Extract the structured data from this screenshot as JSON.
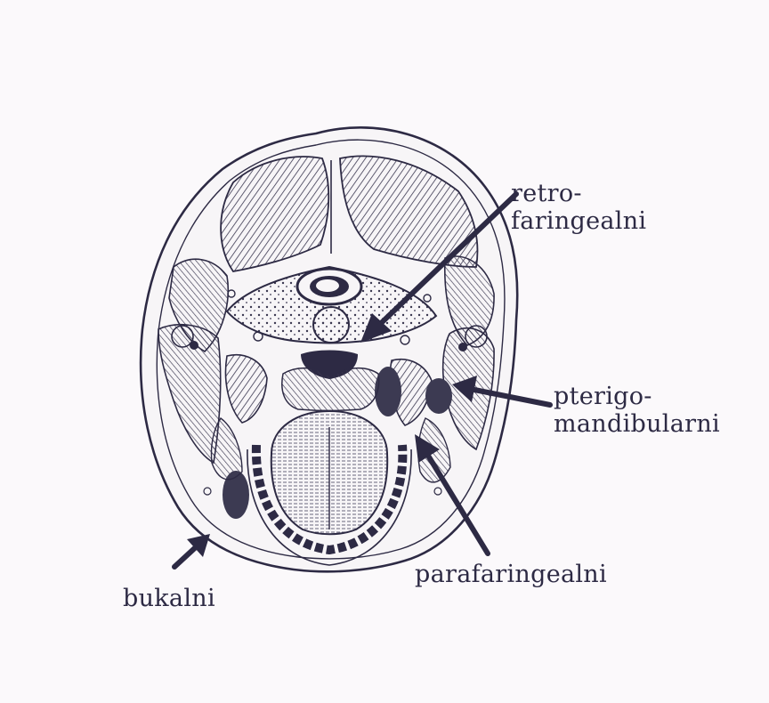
{
  "labels": {
    "retro": {
      "line1": "retro-",
      "line2": "faringealni"
    },
    "pterigo": {
      "line1": "pterigo-",
      "line2": "mandibularni"
    },
    "parafaringealni": "parafaringealni",
    "bukalni": "bukalni"
  },
  "colors": {
    "ink": "#2d2a44",
    "paper": "#fbf9fb",
    "shade": "#3c3a52"
  }
}
